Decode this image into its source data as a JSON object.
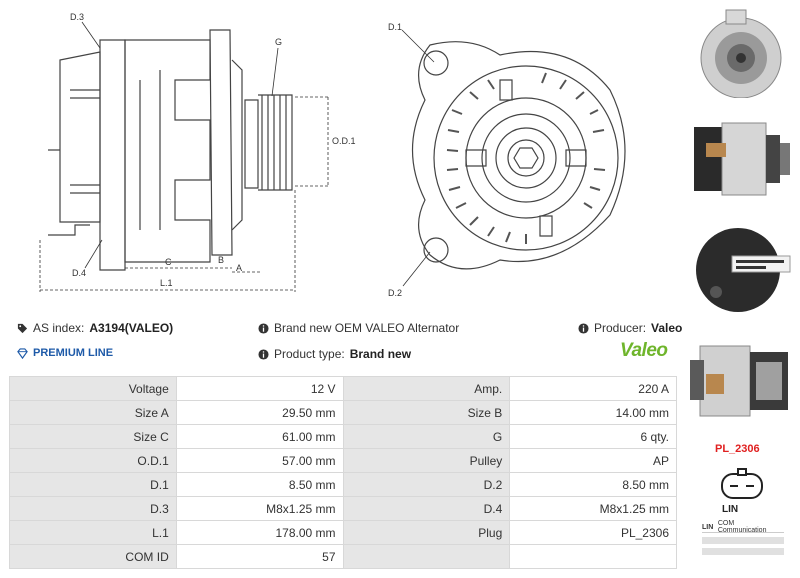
{
  "drawing_labels": {
    "d3": "D.3",
    "g": "G",
    "d1": "D.1",
    "od1": "O.D.1",
    "d4": "D.4",
    "c": "C",
    "b": "B",
    "a": "A",
    "l1": "L.1",
    "d2": "D.2"
  },
  "info": {
    "as_index_label": "AS index:",
    "as_index_value": "A3194(VALEO)",
    "description": "Brand new OEM VALEO Alternator",
    "producer_label": "Producer:",
    "producer_value": "Valeo",
    "premium": "PREMIUM LINE",
    "product_type_label": "Product type:",
    "product_type_value": "Brand new",
    "logo_text": "Valeo"
  },
  "specs": [
    [
      "Voltage",
      "12 V",
      "Amp.",
      "220 A"
    ],
    [
      "Size A",
      "29.50 mm",
      "Size B",
      "14.00 mm"
    ],
    [
      "Size C",
      "61.00 mm",
      "G",
      "6 qty."
    ],
    [
      "O.D.1",
      "57.00 mm",
      "Pulley",
      "AP"
    ],
    [
      "D.1",
      "8.50 mm",
      "D.2",
      "8.50 mm"
    ],
    [
      "D.3",
      "M8x1.25 mm",
      "D.4",
      "M8x1.25 mm"
    ],
    [
      "L.1",
      "178.00 mm",
      "Plug",
      "PL_2306"
    ],
    [
      "COM ID",
      "57",
      "",
      ""
    ]
  ],
  "side": {
    "plug_code": "PL_2306",
    "lin": "LIN",
    "com_code": "LIN",
    "com_text": "COM Communication"
  },
  "colors": {
    "premium_blue": "#1e5aa8",
    "valeo_green": "#6fb52c",
    "plug_red": "#e02020"
  }
}
